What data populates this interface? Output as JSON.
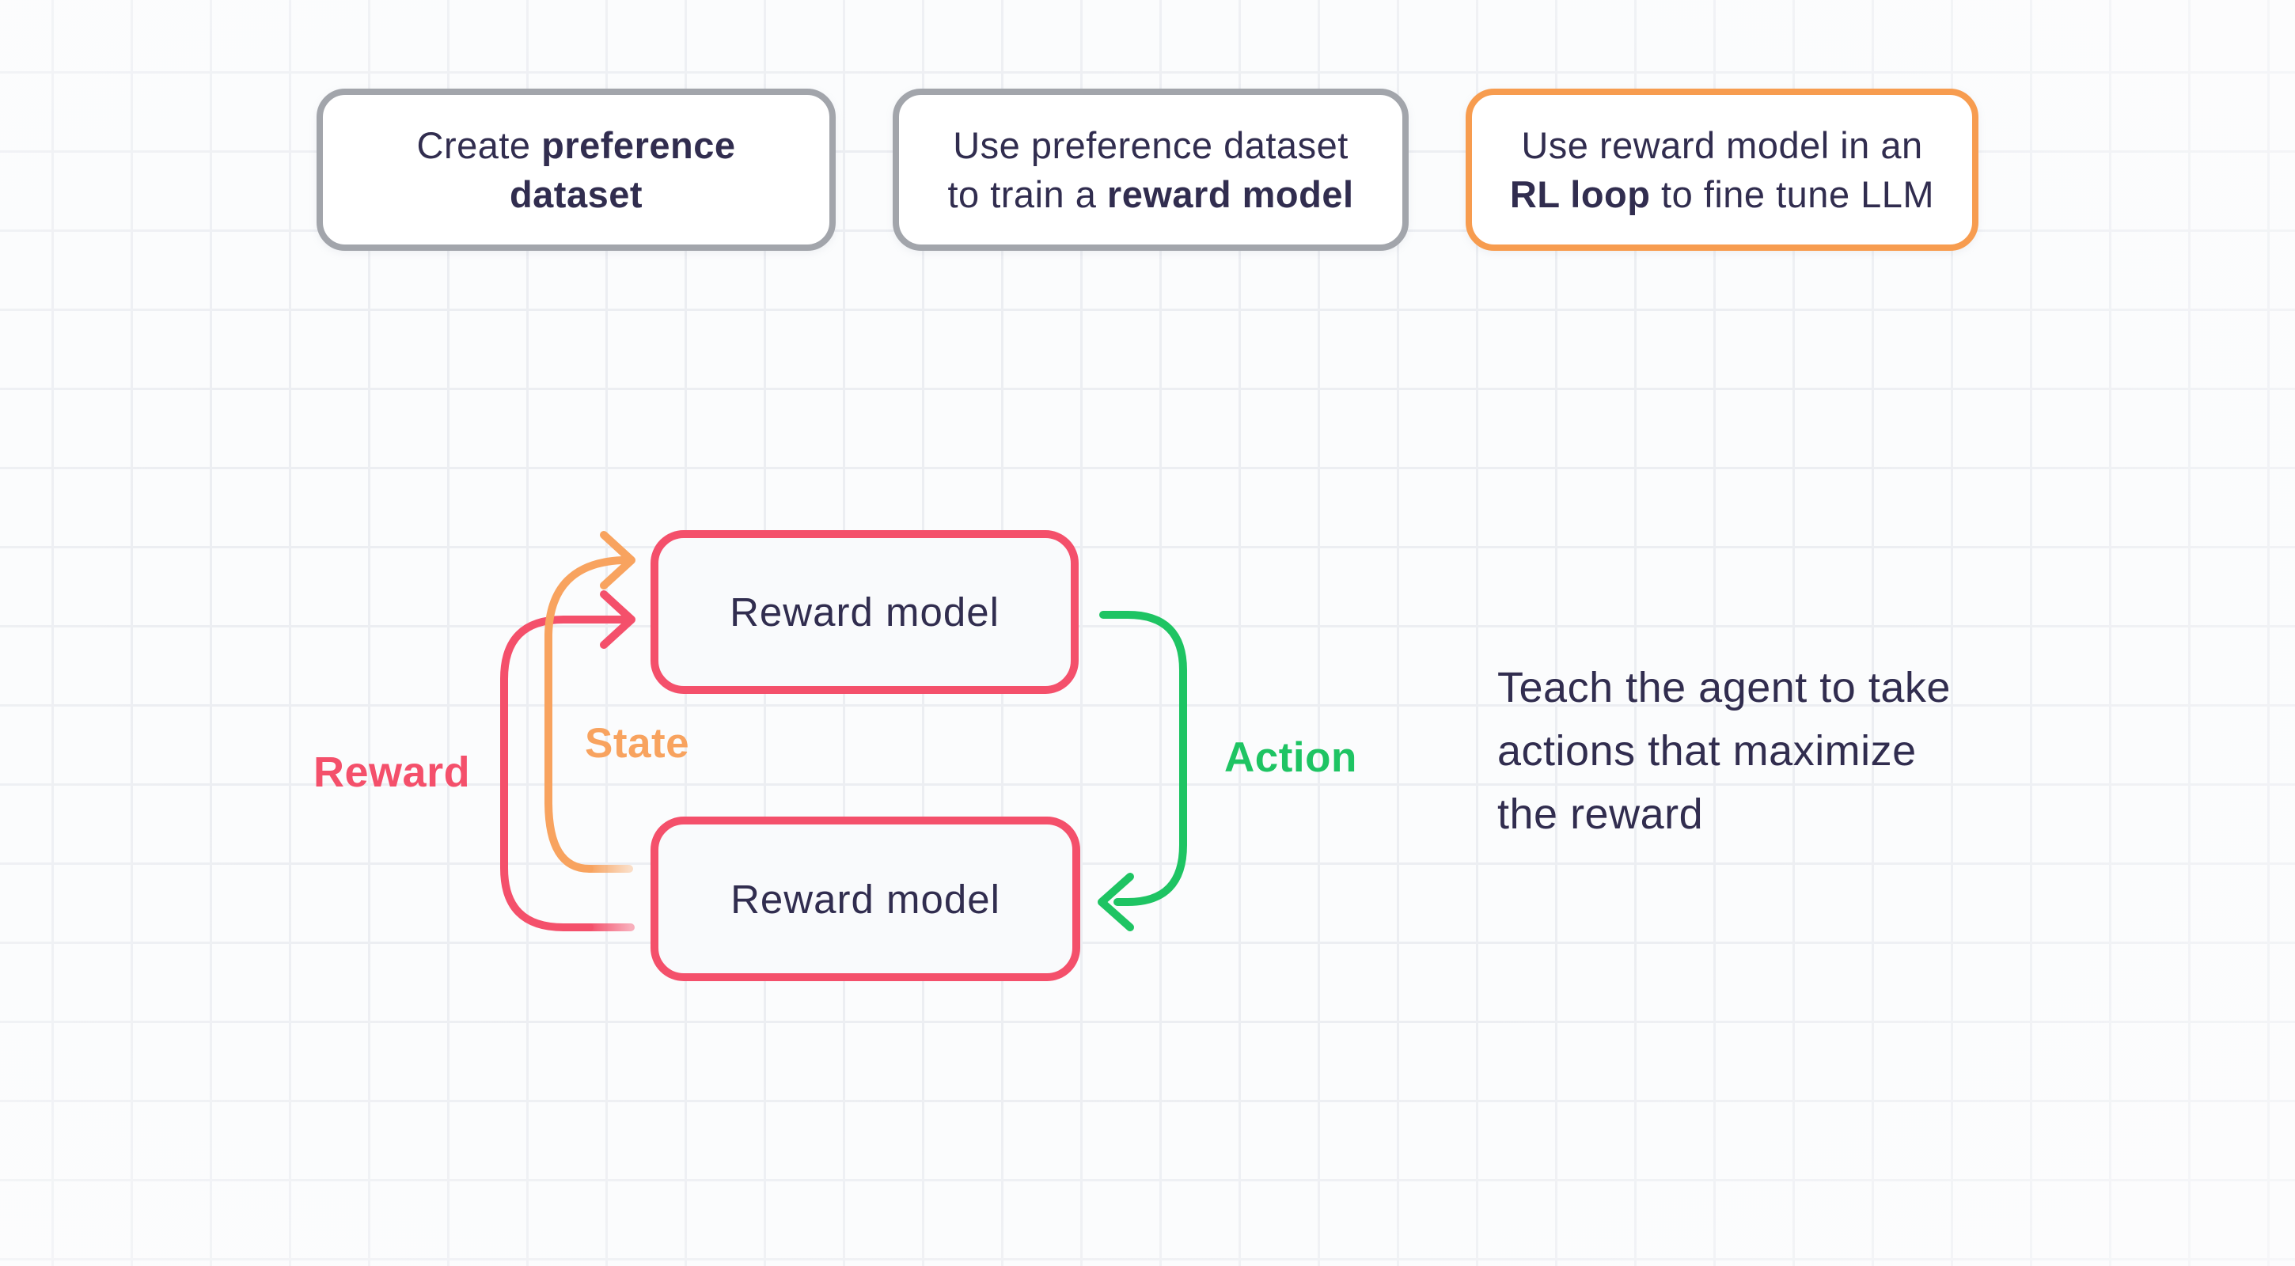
{
  "colors": {
    "pink": "#f4506b",
    "orange": "#f8a35f",
    "orange_border": "#f79c4f",
    "green": "#1ec463",
    "navy": "#312d4f",
    "gray_border": "#a2a5ab",
    "card_fill": "#ffffff",
    "rm_fill": "#f9fafc",
    "bg": "#fbfcfd",
    "grid_line": "#eceef2"
  },
  "steps": [
    {
      "lines": [
        [
          {
            "t": "Create ",
            "b": false
          },
          {
            "t": "preference",
            "b": true
          }
        ],
        [
          {
            "t": "dataset",
            "b": true
          }
        ]
      ]
    },
    {
      "lines": [
        [
          {
            "t": "Use preference dataset",
            "b": false
          }
        ],
        [
          {
            "t": "to train a ",
            "b": false
          },
          {
            "t": "reward model",
            "b": true
          }
        ]
      ]
    },
    {
      "lines": [
        [
          {
            "t": "Use reward model in an",
            "b": false
          }
        ],
        [
          {
            "t": "RL loop",
            "b": true
          },
          {
            "t": " to fine tune LLM",
            "b": false
          }
        ]
      ]
    }
  ],
  "diagram": {
    "top_box_label": "Reward model",
    "bottom_box_label": "Reward model",
    "labels": {
      "reward": "Reward",
      "state": "State",
      "action": "Action"
    },
    "caption": "Teach the agent to take\nactions that maximize\nthe reward"
  }
}
